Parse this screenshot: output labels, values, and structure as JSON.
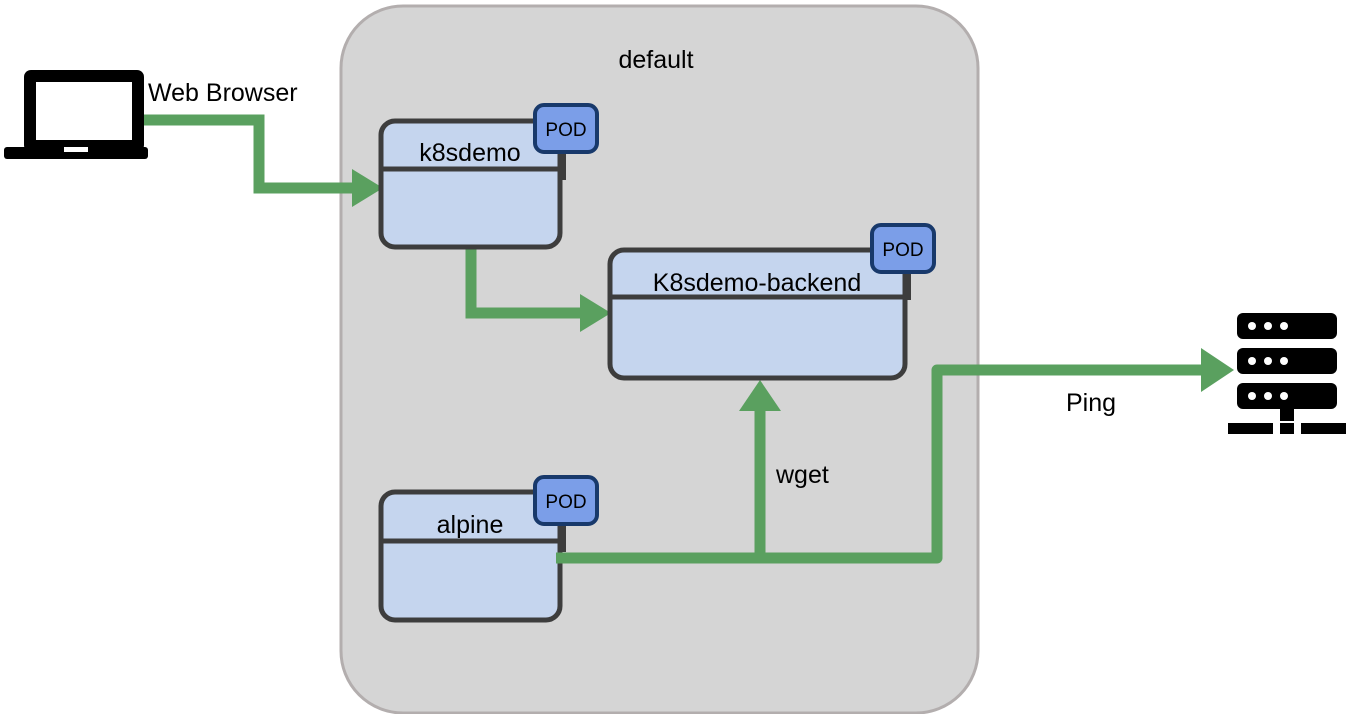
{
  "diagram": {
    "type": "kubernetes-architecture",
    "title": "",
    "colors": {
      "namespace_fill": "#d5d5d5",
      "namespace_stroke": "#b3aeae",
      "pod_fill": "#c5d5ee",
      "pod_stroke": "#3d3d3d",
      "badge_fill": "#7b9ee8",
      "badge_stroke": "#18396b",
      "edge_green": "#5aa05f",
      "icon_black": "#000000",
      "canvas": "#ffffff"
    },
    "namespace": {
      "label": "default"
    },
    "pods": [
      {
        "id": "k8sdemo",
        "title": "k8sdemo",
        "badge": "POD"
      },
      {
        "id": "k8sdemo-backend",
        "title": "K8sdemo-backend",
        "badge": "POD"
      },
      {
        "id": "alpine",
        "title": "alpine",
        "badge": "POD"
      }
    ],
    "external_nodes": [
      {
        "id": "laptop",
        "icon": "laptop-icon",
        "label": ""
      },
      {
        "id": "server",
        "icon": "server-rack-icon",
        "label": ""
      }
    ],
    "edges": [
      {
        "id": "browser-edge",
        "label": "Web Browser",
        "from": "laptop",
        "to": "k8sdemo"
      },
      {
        "id": "k8sdemo-backend-edge",
        "label": "",
        "from": "k8sdemo",
        "to": "k8sdemo-backend"
      },
      {
        "id": "wget-edge",
        "label": "wget",
        "from": "alpine",
        "to": "k8sdemo-backend"
      },
      {
        "id": "ping-edge",
        "label": "Ping",
        "from": "alpine",
        "to": "server"
      }
    ]
  }
}
